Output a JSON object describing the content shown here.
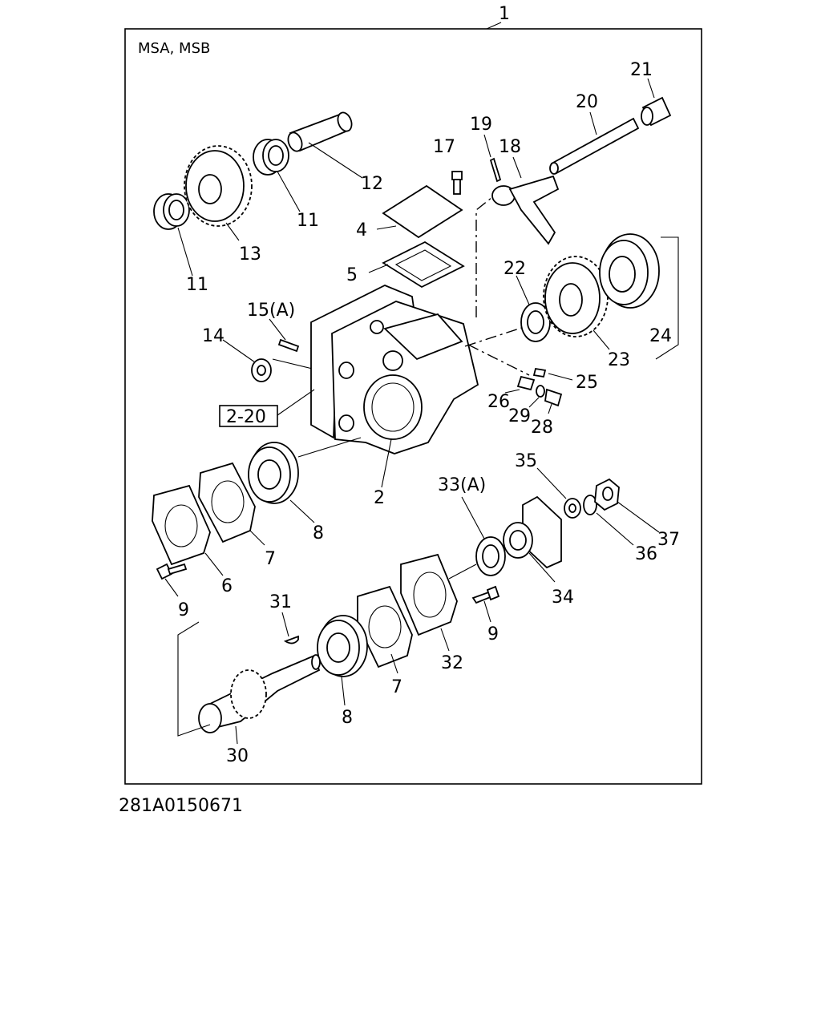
{
  "diagram": {
    "model_label": "MSA, MSB",
    "ref_box_label": "2-20",
    "drawing_number": "281A0150671",
    "callouts": {
      "c1": "1",
      "c2": "2",
      "c4": "4",
      "c5": "5",
      "c6": "6",
      "c7a": "7",
      "c7b": "7",
      "c8a": "8",
      "c8b": "8",
      "c9a": "9",
      "c9b": "9",
      "c11a": "11",
      "c11b": "11",
      "c12": "12",
      "c13": "13",
      "c14": "14",
      "c15": "15(A)",
      "c17": "17",
      "c18": "18",
      "c19": "19",
      "c20": "20",
      "c21": "21",
      "c22": "22",
      "c23": "23",
      "c24": "24",
      "c25": "25",
      "c26": "26",
      "c28": "28",
      "c29": "29",
      "c30": "30",
      "c31": "31",
      "c32": "32",
      "c33": "33(A)",
      "c34": "34",
      "c35": "35",
      "c36": "36",
      "c37": "37"
    }
  }
}
